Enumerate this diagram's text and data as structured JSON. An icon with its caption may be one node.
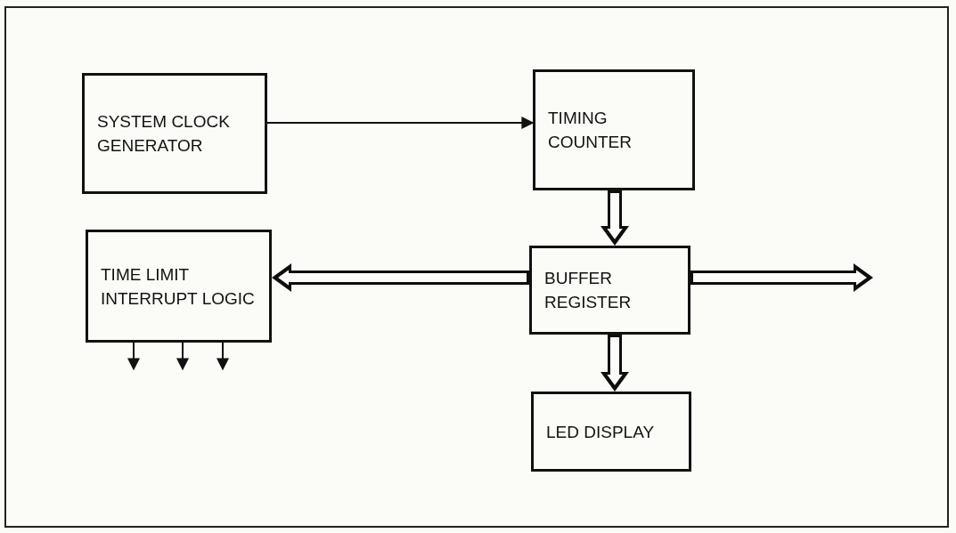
{
  "diagram": {
    "nodes": [
      {
        "text": [
          "SYSTEM CLOCK GENERATOR"
        ]
      },
      {
        "text": [
          "TIMING COUNTER"
        ]
      },
      {
        "text": [
          "TIME LIMIT INTERRUPT LOGIC"
        ]
      },
      {
        "text": [
          "BUFFER REGISTER"
        ]
      },
      {
        "text": [
          "LED DISPLAY"
        ]
      }
    ],
    "edges": [
      {
        "from": 0,
        "to": 1,
        "arrow": "to"
      },
      {
        "from": 1,
        "to": 3,
        "arrow": "to",
        "style": "thick"
      },
      {
        "from": 3,
        "to": 2,
        "arrow": "to",
        "style": "thick"
      },
      {
        "from": 3,
        "to": null,
        "arrow": "to",
        "style": "thick"
      },
      {
        "from": 3,
        "to": 4,
        "arrow": "to",
        "style": "thick"
      },
      {
        "from": 2,
        "to": null,
        "arrow": "to"
      },
      {
        "from": 2,
        "to": null,
        "arrow": "to"
      },
      {
        "from": 2,
        "to": null,
        "arrow": "to"
      }
    ]
  }
}
